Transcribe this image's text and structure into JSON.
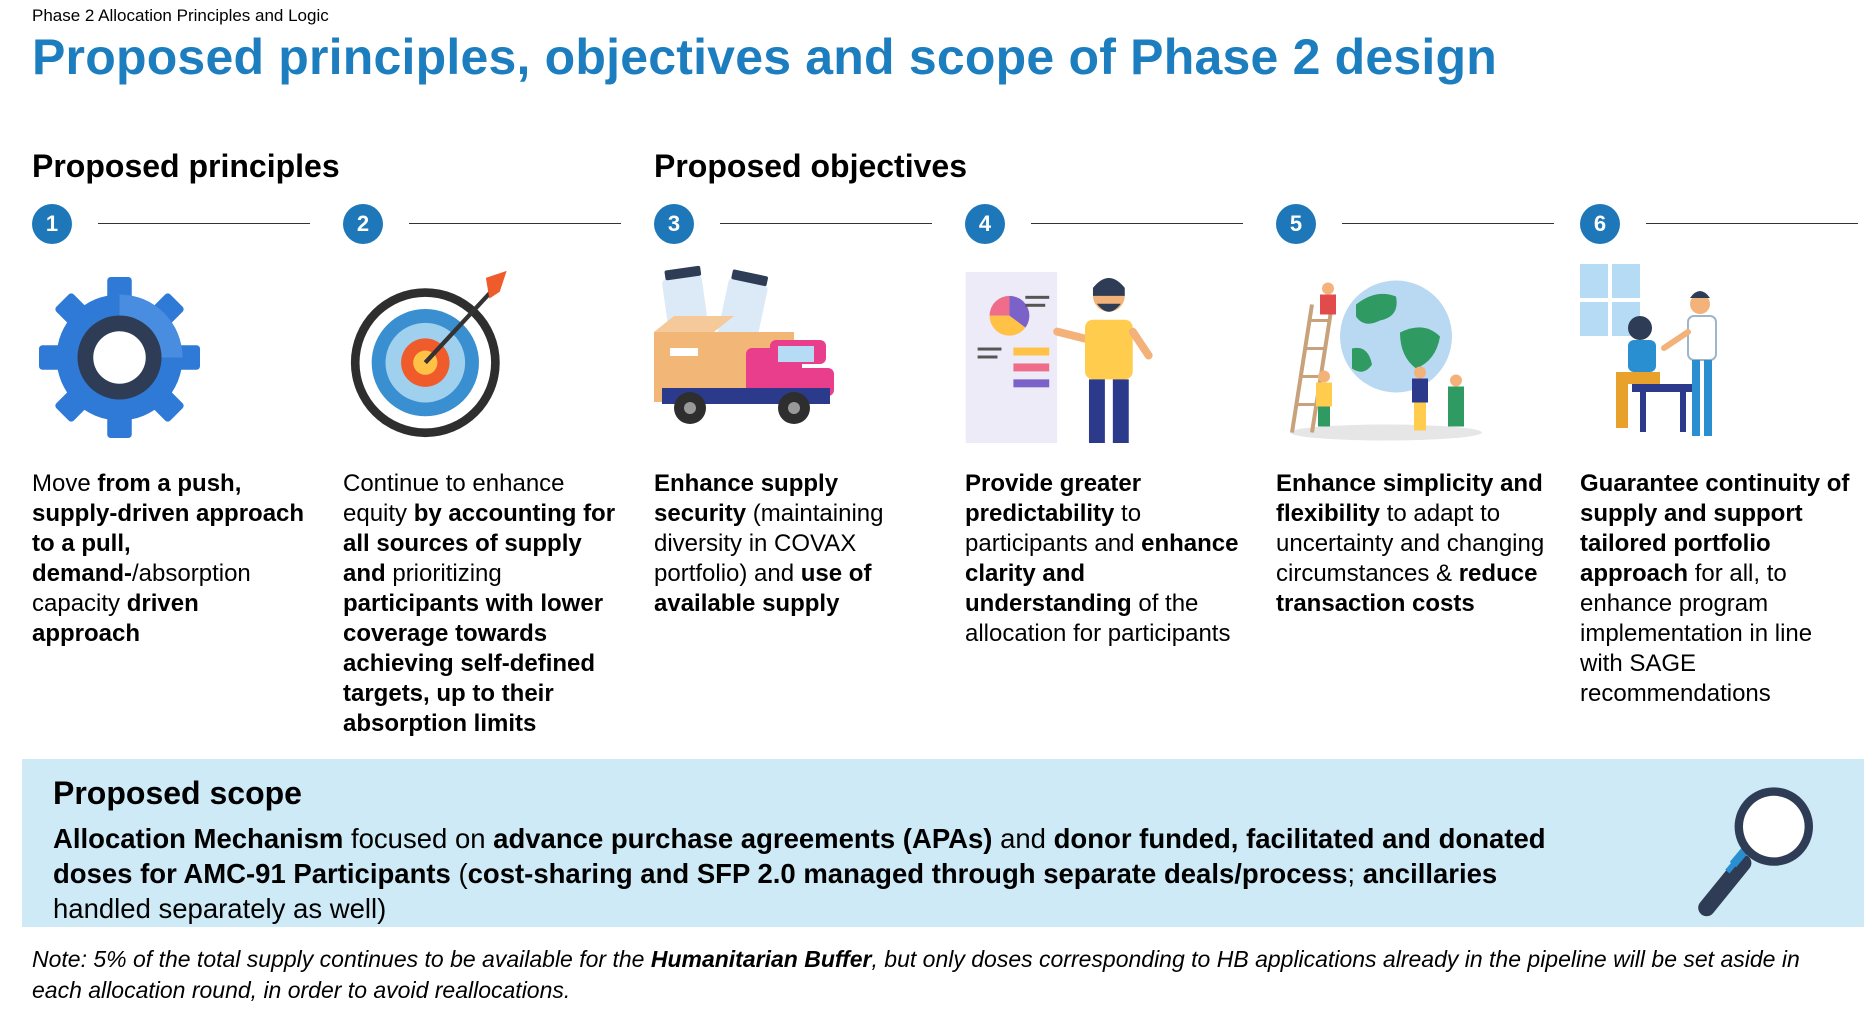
{
  "header": {
    "eyebrow": "Phase 2 Allocation Principles and Logic",
    "title": "Proposed principles, objectives and scope of Phase 2 design"
  },
  "sections": {
    "principles": "Proposed principles",
    "objectives": "Proposed objectives"
  },
  "items": [
    {
      "number": "1",
      "icon": "gear-icon",
      "segments": [
        [
          "Move ",
          false
        ],
        [
          "from a push, supply-driven approach to a pull, demand-",
          true
        ],
        [
          "/absorption capacity ",
          false
        ],
        [
          "driven approach",
          true
        ]
      ]
    },
    {
      "number": "2",
      "icon": "target-icon",
      "segments": [
        [
          "Continue to enhance equity ",
          false
        ],
        [
          "by accounting for all sources of supply and ",
          true
        ],
        [
          "prioritizing ",
          false
        ],
        [
          "participants with lower coverage towards achieving self-defined targets, up to their absorption limits",
          true
        ]
      ]
    },
    {
      "number": "3",
      "icon": "vaccine-truck-icon",
      "segments": [
        [
          "Enhance supply security",
          true
        ],
        [
          " (maintaining diversity in COVAX portfolio) and ",
          false
        ],
        [
          "use of available supply",
          true
        ]
      ]
    },
    {
      "number": "4",
      "icon": "presenter-chart-icon",
      "segments": [
        [
          "Provide greater predictability",
          true
        ],
        [
          " to participants and ",
          false
        ],
        [
          "enhance clarity and understanding",
          true
        ],
        [
          " of the allocation for participants",
          false
        ]
      ]
    },
    {
      "number": "5",
      "icon": "globe-people-icon",
      "segments": [
        [
          "Enhance simplicity and flexibility",
          true
        ],
        [
          " to adapt to uncertainty and changing circumstances & ",
          false
        ],
        [
          "reduce transaction costs",
          true
        ]
      ]
    },
    {
      "number": "6",
      "icon": "vaccination-icon",
      "segments": [
        [
          "Guarantee continuity of supply and support tailored portfolio approach",
          true
        ],
        [
          " for all, to enhance program implementation in line with SAGE recommendations",
          false
        ]
      ]
    }
  ],
  "scope": {
    "title": "Proposed scope",
    "segments": [
      [
        "Allocation Mechanism",
        true
      ],
      [
        " focused on ",
        false
      ],
      [
        "advance purchase agreements (APAs)",
        true
      ],
      [
        " and ",
        false
      ],
      [
        "donor funded, facilitated and donated doses for AMC-91 Participants",
        true
      ],
      [
        " (",
        false
      ],
      [
        "cost-sharing and SFP 2.0 managed through separate deals/process",
        true
      ],
      [
        "; ",
        false
      ],
      [
        "ancillaries",
        true
      ],
      [
        " handled separately as well)",
        false
      ]
    ],
    "icon": "magnifier-icon"
  },
  "note": {
    "segments": [
      [
        "Note: 5% of the total supply continues to be available for the ",
        false
      ],
      [
        "Humanitarian Buffer",
        true
      ],
      [
        ", but only doses corresponding to HB applications already in the pipeline will be set aside in each allocation round, in order to avoid reallocations.",
        false
      ]
    ]
  },
  "colors": {
    "title_blue": "#1c7dbf",
    "number_circle": "#1d77b8",
    "scope_background": "#cdeaf6"
  }
}
